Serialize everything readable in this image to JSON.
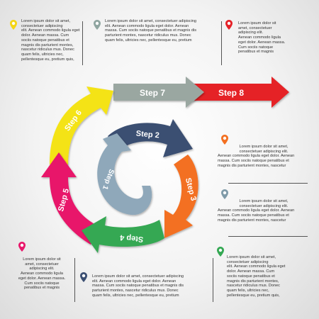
{
  "steps": [
    {
      "label": "Step 1",
      "color": "#8fa8ba"
    },
    {
      "label": "Step 2",
      "color": "#3b4f72"
    },
    {
      "label": "Step 3",
      "color": "#f37021"
    },
    {
      "label": "Step 4",
      "color": "#34a853"
    },
    {
      "label": "Step 5",
      "color": "#e8186b"
    },
    {
      "label": "Step 6",
      "color": "#f4e314"
    },
    {
      "label": "Step 7",
      "color": "#9aa7a1"
    },
    {
      "label": "Step 8",
      "color": "#e52127"
    }
  ],
  "texts": {
    "t1": [
      "Lorem ipsum dolor sit amet,",
      "consectetuer adipiscing",
      "elit. Aenean commodo ligula eget",
      "dolor. Aenean massa. Cum",
      "sociis natoque penatibus et",
      "magnis dis parturient montes,",
      "nascetur ridiculus mus. Donec",
      "quam felis, ultricies nec,",
      "pellentesque eu, pretium quis,"
    ],
    "t2": [
      "Lorem ipsum dolor sit amet, consectetuer adipiscing",
      "elit. Aenean commodo ligula eget dolor. Aenean",
      "massa. Cum sociis natoque penatibus et magnis dis",
      "parturient montes, nascetur ridiculus mus. Donec",
      "quam felis, ultricies nec, pellentesque eu, pretium"
    ],
    "t3": [
      "Lorem ipsum dolor sit",
      "amet, consectetuer",
      "adipiscing elit.",
      "Aenean commodo ligula",
      "eget dolor. Aenean massa.",
      "Cum sociis natoque",
      "penatibus et magnis"
    ],
    "t4": [
      "Lorem ipsum dolor sit amet,",
      "consectetuer adipiscing elit.",
      "Aenean commodo ligula eget dolor. Aenean",
      "massa. Cum sociis natoque penatibus et",
      "magnis dis parturient montes, nascetur"
    ],
    "t5": [
      "Lorem ipsum dolor sit amet,",
      "consectetuer adipiscing elit.",
      "Aenean commodo ligula eget dolor. Aenean",
      "massa. Cum sociis natoque penatibus et",
      "magnis dis parturient montes, nascetur"
    ],
    "t6": [
      "Lorem ipsum dolor sit",
      "amet, consectetuer",
      "adipiscing elit.",
      "Aenean commodo ligula",
      "eget dolor. Aenean massa.",
      "Cum sociis natoque",
      "penatibus et magnis"
    ],
    "t7": [
      "Lorem ipsum dolor sit amet, consectetuer adipiscing",
      "elit. Aenean commodo ligula eget dolor. Aenean",
      "massa. Cum sociis natoque penatibus et magnis dis",
      "parturient montes, nascetur ridiculus mus. Donec",
      "quam felis, ultricies nec, pellentesque eu, pretium"
    ],
    "t8": [
      "Lorem ipsum dolor sit amet,",
      "consectetuer adipiscing",
      "elit. Aenean commodo ligula eget",
      "dolor. Aenean massa. Cum",
      "sociis natoque penatibus et",
      "magnis dis parturient montes,",
      "nascetur ridiculus mus. Donec",
      "quam felis, ultricies nec,",
      "pellentesque eu, pretium quis,"
    ]
  },
  "pin_colors": {
    "yellow": "#f4d516",
    "gray": "#8fa5a0",
    "red": "#e52127",
    "orange": "#f37021",
    "slate": "#7f9aa8",
    "magenta": "#e8186b",
    "navy": "#3b4f72",
    "green": "#34a853"
  },
  "icons": {
    "pin": "map-pin-icon"
  }
}
